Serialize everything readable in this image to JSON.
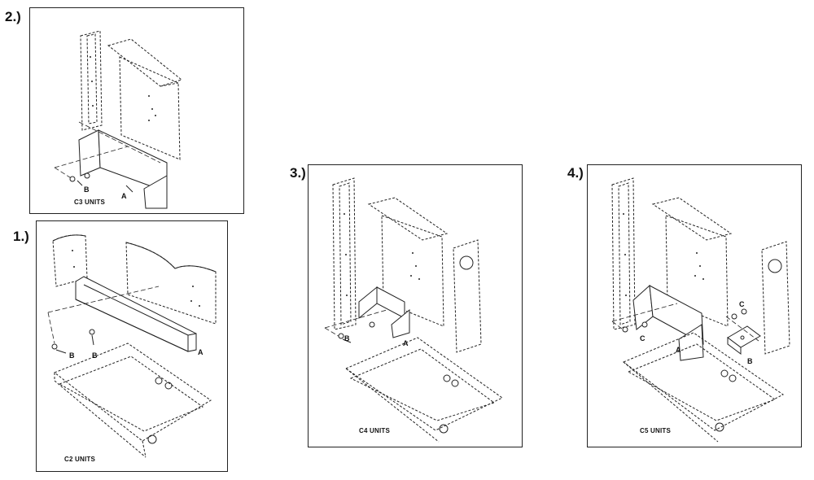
{
  "figures": [
    {
      "id": "fig1",
      "step": "1.)",
      "caption": "C2 UNITS",
      "callouts": [
        "A",
        "B",
        "B"
      ]
    },
    {
      "id": "fig2",
      "step": "2.)",
      "caption": "C3 UNITS",
      "callouts": [
        "A",
        "B"
      ]
    },
    {
      "id": "fig3",
      "step": "3.)",
      "caption": "C4 UNITS",
      "callouts": [
        "A",
        "B"
      ]
    },
    {
      "id": "fig4",
      "step": "4.)",
      "caption": "C5 UNITS",
      "callouts": [
        "A",
        "B",
        "C",
        "C"
      ]
    }
  ]
}
